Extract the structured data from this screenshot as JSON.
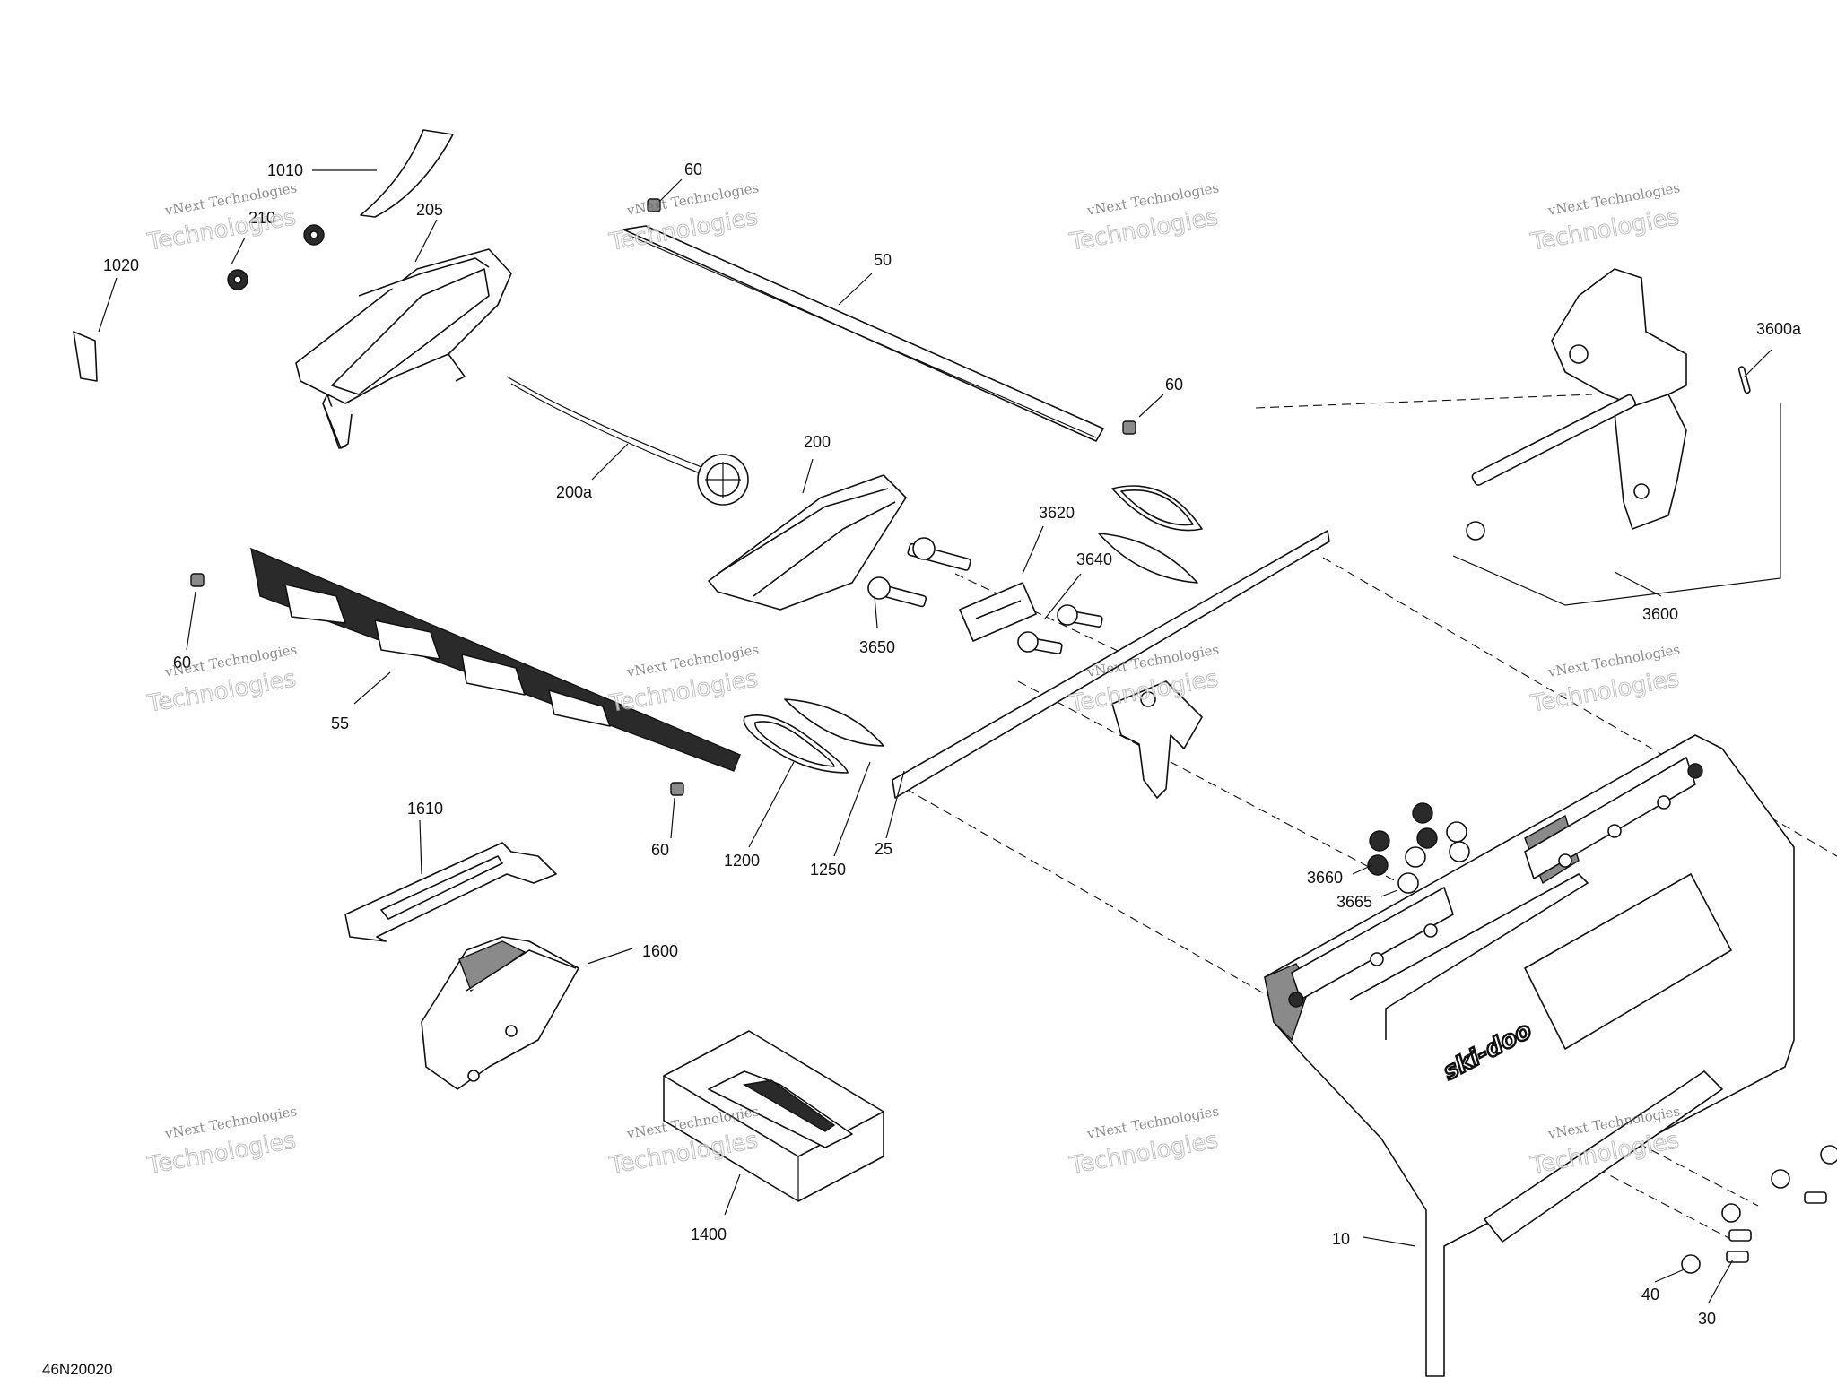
{
  "diagram": {
    "code": "46N20020",
    "watermark": {
      "line1": "vNext Technologies",
      "line2": "Technologies"
    },
    "brand_logo_text": "ski-doo",
    "callouts": {
      "c1010": "1010",
      "c210": "210",
      "c205": "205",
      "c1020": "1020",
      "c60a": "60",
      "c50": "50",
      "c60b": "60",
      "c200": "200",
      "c200a": "200a",
      "c3620": "3620",
      "c3640": "3640",
      "c3650": "3650",
      "c3600a": "3600a",
      "c3600": "3600",
      "c60c": "60",
      "c55": "55",
      "c60d": "60",
      "c1200": "1200",
      "c1250": "1250",
      "c25": "25",
      "c1610": "1610",
      "c1600": "1600",
      "c3660": "3660",
      "c3665": "3665",
      "c1400": "1400",
      "c10": "10",
      "c40": "40",
      "c30": "30"
    }
  }
}
